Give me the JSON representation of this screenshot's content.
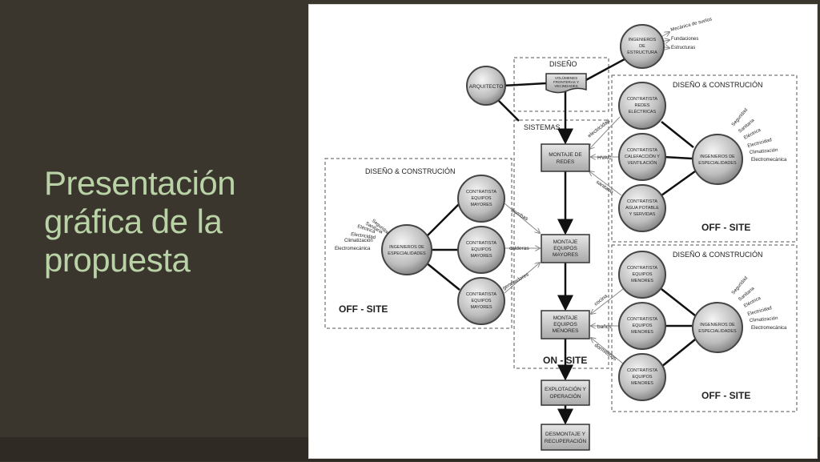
{
  "slide": {
    "title_lines": [
      "Presentación",
      "gráfica de la",
      "propuesta"
    ]
  },
  "diagram": {
    "sections": {
      "diseno": "DISEÑO",
      "sistemas": "SISTEMAS",
      "dc_right_top": "DISEÑO & CONSTRUCIÓN",
      "dc_right_bottom": "DISEÑO & CONSTRUCIÓN",
      "dc_left": "DISEÑO & CONSTRUCIÓN",
      "off_site_right_top": "OFF - SITE",
      "off_site_right_bottom": "OFF - SITE",
      "off_site_left": "OFF - SITE",
      "on_site": "ON - SITE"
    },
    "nodes": {
      "arquitecto": [
        "ARQUITECTO"
      ],
      "ing_estructuras": [
        "INGENIEROS",
        "DE",
        "ESTRUCTURA"
      ],
      "redes_electricas": [
        "CONTRATISTA",
        "REDES",
        "ELÉCTRICAS"
      ],
      "calefaccion": [
        "CONTRATISTA",
        "CALEFACCIÓN Y",
        "VENTILACIÓN"
      ],
      "agua": [
        "CONTRATISTA",
        "AGUA POTABLE",
        "Y SERVIDAS"
      ],
      "ing_esp_top": [
        "INGENIEROS DE",
        "ESPECIALIDADES"
      ],
      "menores_1": [
        "CONTRATISTA",
        "EQUIPOS",
        "MENORES"
      ],
      "menores_2": [
        "CONTRATISTA",
        "EQUIPOS",
        "MENORES"
      ],
      "menores_3": [
        "CONTRATISTA",
        "EQUIPOS",
        "MENORES"
      ],
      "ing_esp_bottom": [
        "INGENIEROS DE",
        "ESPECIALIDADES"
      ],
      "mayores_1": [
        "CONTRATISTA",
        "EQUIPOS",
        "MAYORES"
      ],
      "mayores_2": [
        "CONTRATISTA",
        "EQUIPOS",
        "MAYORES"
      ],
      "mayores_3": [
        "CONTRATISTA",
        "EQUIPOS",
        "MAYORES"
      ],
      "ing_esp_left": [
        "INGENIEROS DE",
        "ESPECIALIDADES"
      ]
    },
    "boxes": {
      "volumenes": [
        "VOLÚMENES",
        "FRONTERAS Y",
        "VECINDADES"
      ],
      "montaje_redes": [
        "MONTAJE DE",
        "REDES"
      ],
      "montaje_mayores": [
        "MONTAJE",
        "EQUIPOS",
        "MAYORES"
      ],
      "montaje_menores": [
        "MONTAJE",
        "EQUIPOS",
        "MENORES"
      ],
      "explotacion": [
        "EXPLOTACIÓN Y",
        "OPERACIÓN"
      ],
      "desmontaje": [
        "DESMONTAJE Y",
        "RECUPERACIÓN"
      ]
    },
    "lists": {
      "estructuras": [
        "Mecánica de suelos",
        "Fundaciones",
        "Estructuras"
      ],
      "especialidades": [
        "Seguridad",
        "Sanitaria",
        "Eléctrica",
        "Electricidad",
        "Climatización",
        "Electromecánica"
      ]
    },
    "flows": {
      "electricidad": "electricidad",
      "hvac": "HVAC",
      "sanitario": "sanitario",
      "bombas": "bombas",
      "calderas": "calderas",
      "generadores": "generadores",
      "cocina": "cocina",
      "banos": "baños",
      "dormitorios": "dormitorios"
    }
  }
}
